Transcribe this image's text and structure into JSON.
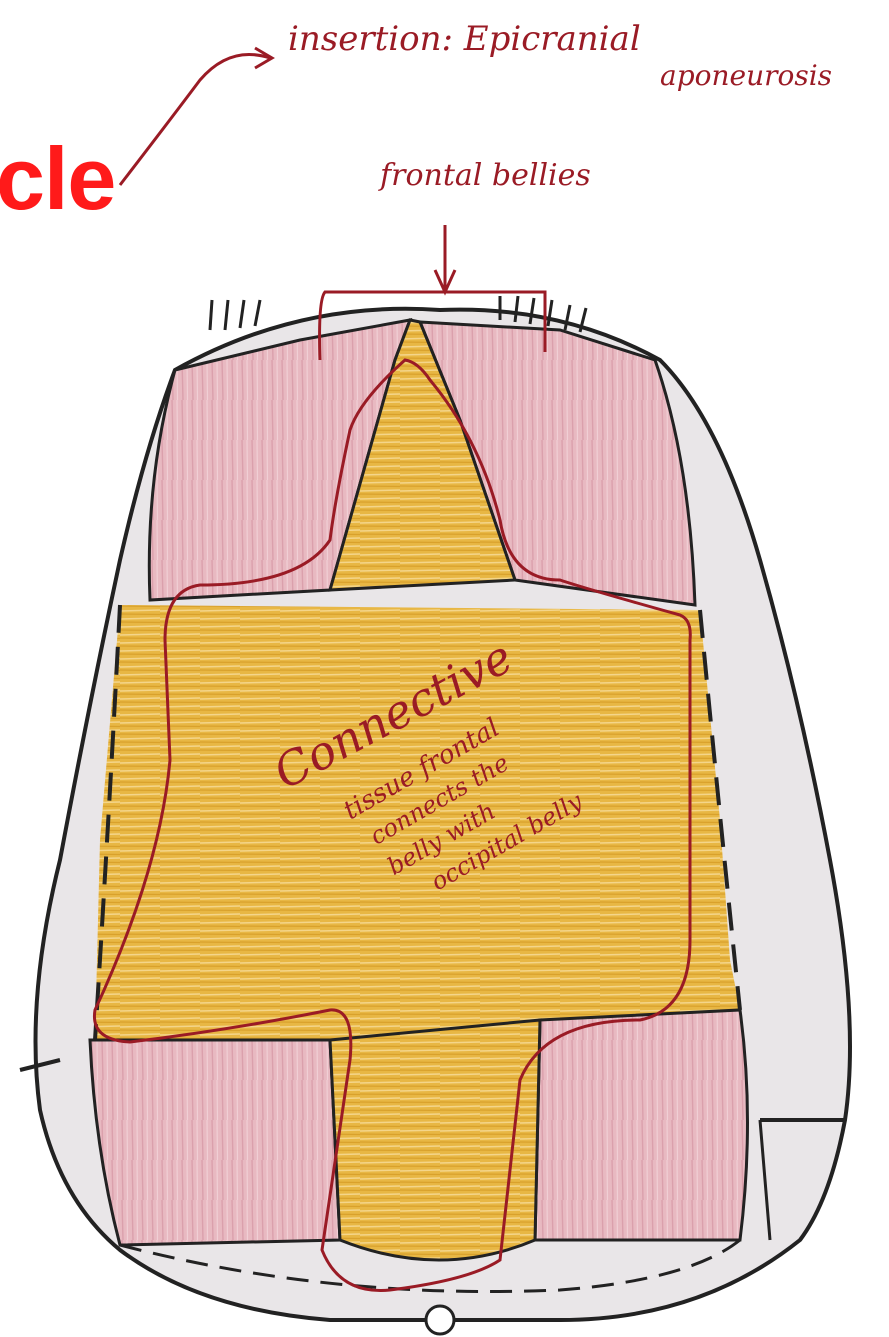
{
  "title_fragment": "cle",
  "annotations": {
    "insertion_line1": "insertion: Epicranial",
    "insertion_line2": "aponeurosis",
    "frontal_bellies": "frontal bellies",
    "connective_title": "Connective",
    "body_lines": [
      "tissue   frontal",
      "connects  the",
      "belly  with",
      "occipital  belly"
    ]
  },
  "colors": {
    "title_red": "#ff1a1a",
    "annotation_maroon": "#9a1b25",
    "muscle_pink": "#e6b2bb",
    "aponeurosis_yellow": "#e7b642",
    "head_grey": "#e9e6e8",
    "outline": "#222222"
  }
}
